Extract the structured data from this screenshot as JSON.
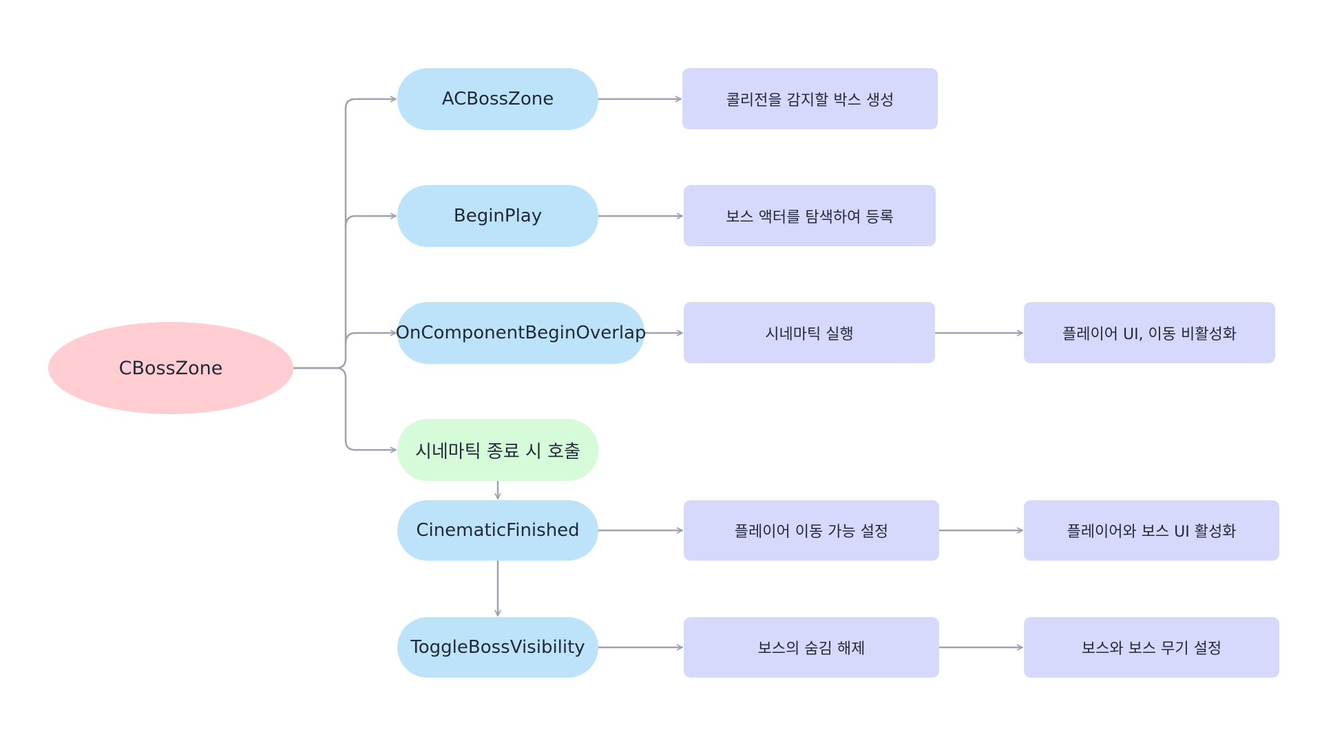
{
  "root": {
    "label": "CBossZone",
    "color": "#ffcdd2"
  },
  "functions": {
    "acbosszone": "ACBossZone",
    "beginplay": "BeginPlay",
    "oncomponent": "OnComponentBeginOverlap",
    "cinematic_end": "시네마틱 종료 시 호출",
    "cinematic_finished": "CinematicFinished",
    "toggle": "ToggleBossVisibility"
  },
  "descriptions": {
    "collision": "콜리전을 감지할 박스 생성",
    "register": "보스 액터를 탐색하여 등록",
    "cine_run": "시네마틱 실행",
    "player_disable": "플레이어 UI, 이동 비활성화",
    "player_move": "플레이어 이동 가능 설정",
    "ui_enable": "플레이어와 보스 UI 활성화",
    "unhide": "보스의 숨김 해제",
    "weapon": "보스와 보스 무기 설정"
  },
  "colors": {
    "function_node": "#bde3fb",
    "callback_node": "#d6fbd9",
    "description_node": "#d6d9fc",
    "edge": "#9ca3af"
  }
}
